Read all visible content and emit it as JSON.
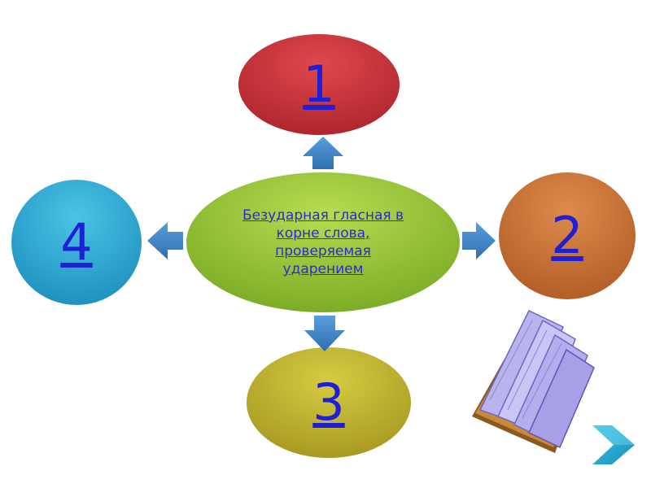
{
  "diagram": {
    "center": {
      "label": "Безударная гласная в корне слова, проверяемая ударением"
    },
    "nodes": {
      "top": {
        "label": "1",
        "color": "#c8323a"
      },
      "right": {
        "label": "2",
        "color": "#c8703a"
      },
      "bottom": {
        "label": "3",
        "color": "#b8ae2e"
      },
      "left": {
        "label": "4",
        "color": "#2ea8cf"
      }
    },
    "arrow_color": "#3f87c8"
  },
  "icons": {
    "book": "open-book-icon",
    "next": "chevron-right-icon"
  }
}
